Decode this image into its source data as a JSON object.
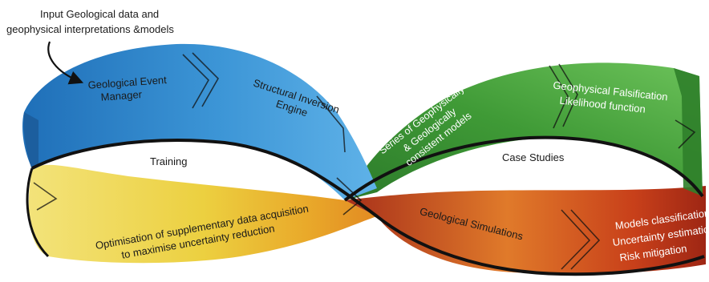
{
  "input_note": {
    "line1": "Input Geological data and",
    "line2": "geophysical interpretations &models"
  },
  "loops": {
    "left": "Training",
    "right": "Case Studies"
  },
  "stages": {
    "geological_event_manager": [
      "Geological Event",
      "Manager"
    ],
    "structural_inversion_engine": [
      "Structural Inversion",
      "Engine"
    ],
    "consistent_models": [
      "Series of Geophysically",
      "& Geologically",
      "consistent models"
    ],
    "geophysical_falsification": [
      "Geophysical Falsification",
      "Likelihood function"
    ],
    "geological_simulations": [
      "Geological Simulations"
    ],
    "models_classification": [
      "Models classification",
      "Uncertainty estimation",
      "Risk mitigation"
    ],
    "optimisation": [
      "Optimisation of supplementary data acquisition",
      "to maximise uncertainty reduction"
    ]
  },
  "colors": {
    "blue": "#2f86c9",
    "green": "#3f9a36",
    "red_orange": "#d4501d",
    "yellow": "#ecd040",
    "outline": "#111111"
  }
}
